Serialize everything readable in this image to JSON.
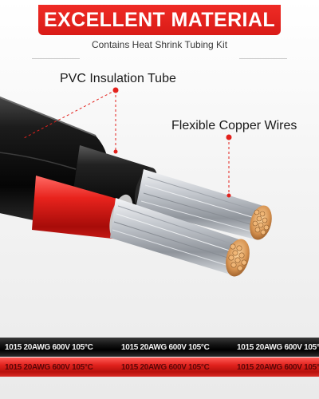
{
  "banner": {
    "title": "EXCELLENT MATERIAL",
    "color": "#e3211c"
  },
  "subtitle": "Contains Heat Shrink Tubing Kit",
  "callouts": {
    "insulation": "PVC Insulation Tube",
    "copper": "Flexible Copper Wires"
  },
  "cable_print": {
    "black_row": [
      "1015 20AWG 600V 105°C",
      "1015 20AWG 600V 105°C",
      "1015 20AWG 600V 105°C"
    ],
    "red_row": [
      "1015 20AWG 600V 105°C",
      "1015 20AWG 600V 105°C",
      "1015 20AWG 600V 105°C"
    ]
  },
  "colors": {
    "wire_red": "#e3211c",
    "wire_black": "#111111",
    "copper": "#c9884a",
    "strand": "#c8ccd2"
  }
}
